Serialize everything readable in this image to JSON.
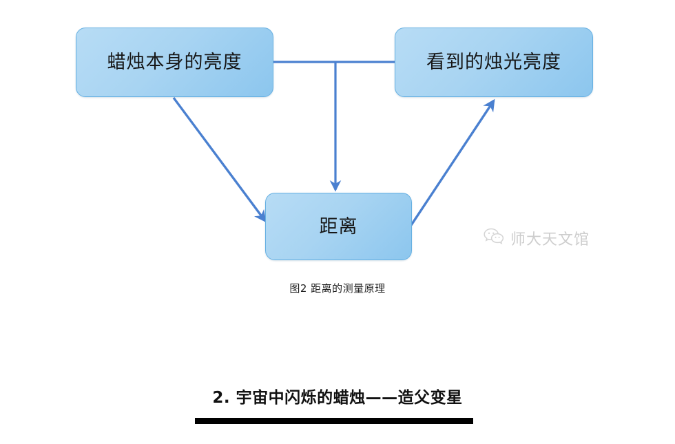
{
  "diagram": {
    "nodes": [
      {
        "id": "candle-brightness",
        "label": "蜡烛本身的亮度"
      },
      {
        "id": "seen-brightness",
        "label": "看到的烛光亮度"
      },
      {
        "id": "distance",
        "label": "距离"
      }
    ],
    "caption": "图2 距离的测量原理",
    "colors": {
      "node_fill_light": "#b7dcf5",
      "node_fill_dark": "#8cc6ee",
      "node_border": "#66b0e2",
      "connector": "#4a80d0",
      "heading_rule": "#000000"
    }
  },
  "watermark": {
    "icon": "wechat-bubbles-icon",
    "text": "师大天文馆"
  },
  "section": {
    "heading": "2. 宇宙中闪烁的蜡烛——造父变星"
  }
}
